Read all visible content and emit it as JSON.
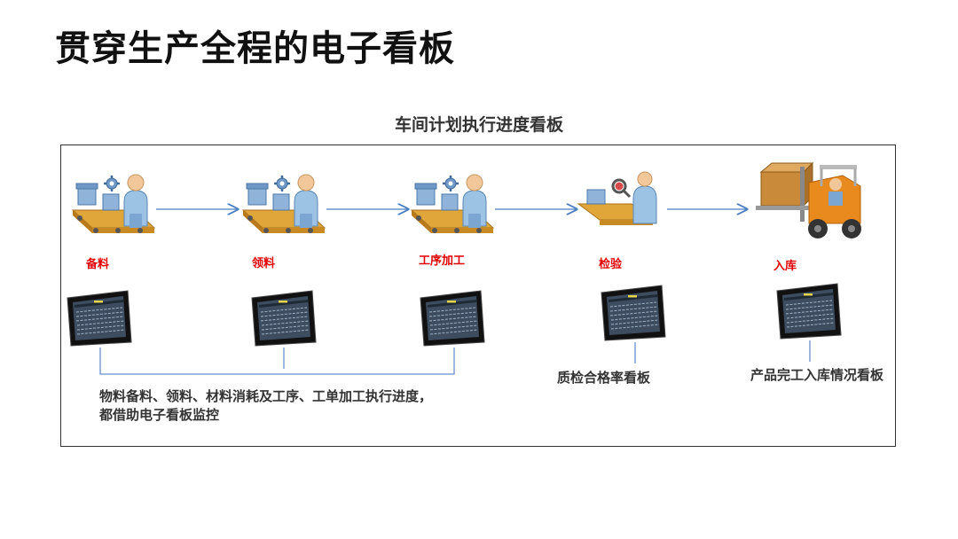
{
  "title": "贯穿生产全程的电子看板",
  "subtitle": "车间计划执行进度看板",
  "stages": [
    {
      "label": "备料",
      "icon": "worker-assembly-line-icon"
    },
    {
      "label": "领料",
      "icon": "worker-assembly-line-icon"
    },
    {
      "label": "工序加工",
      "icon": "worker-assembly-line-icon"
    },
    {
      "label": "检验",
      "icon": "inspector-magnifier-icon"
    },
    {
      "label": "入库",
      "icon": "forklift-crate-icon"
    }
  ],
  "captions": {
    "group": "物料备料、领料、材料消耗及工序、工单加工执行进度，\n都借助电子看板监控",
    "quality": "质检合格率看板",
    "warehouse": "产品完工入库情况看板"
  },
  "colors": {
    "stage_label": "#e00000",
    "arrow": "#4a7fc1",
    "connector": "#6a8fca"
  }
}
